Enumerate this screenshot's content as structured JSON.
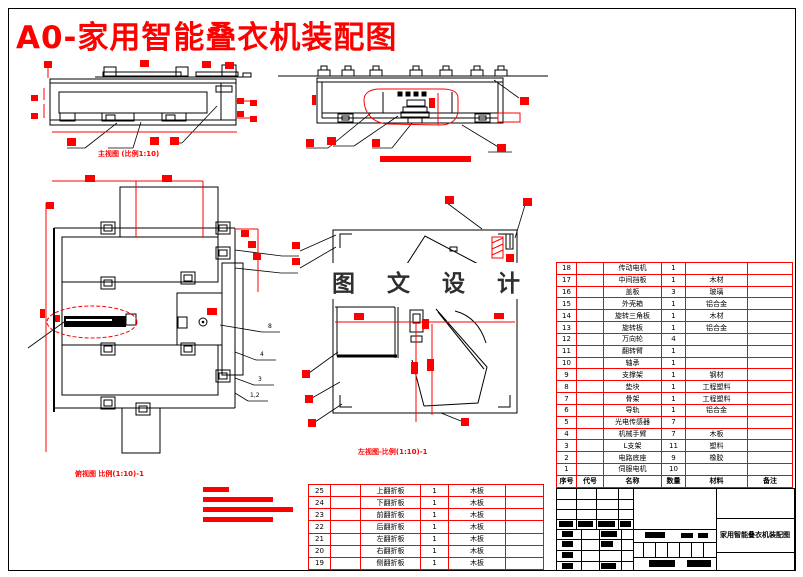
{
  "page": {
    "title": "A0-家用智能叠衣机装配图",
    "watermark": "图 文 设 计"
  },
  "captions": {
    "front_view": "主视图 (比例1:10)",
    "plan_view": "俯视图 比例(1:10)-1",
    "left_view": "左视图-比例(1:10)-1"
  },
  "plan_view_balloons": [
    "8",
    "4",
    "3",
    "1,2"
  ],
  "bom_right": {
    "headers": [
      "序号",
      "代号",
      "名称",
      "数量",
      "材料",
      "备注"
    ],
    "rows": [
      [
        "18",
        "",
        "传动电机",
        "1",
        "",
        ""
      ],
      [
        "17",
        "",
        "中间挡板",
        "1",
        "木材",
        ""
      ],
      [
        "16",
        "",
        "盖板",
        "3",
        "玻璃",
        ""
      ],
      [
        "15",
        "",
        "外壳箱",
        "1",
        "铝合金",
        ""
      ],
      [
        "14",
        "",
        "旋转三角板",
        "1",
        "木材",
        ""
      ],
      [
        "13",
        "",
        "旋转板",
        "1",
        "铝合金",
        ""
      ],
      [
        "12",
        "",
        "万向轮",
        "4",
        "",
        ""
      ],
      [
        "11",
        "",
        "翻转臂",
        "1",
        "",
        ""
      ],
      [
        "10",
        "",
        "轴承",
        "1",
        "",
        ""
      ],
      [
        "9",
        "",
        "支撑架",
        "1",
        "钢材",
        ""
      ],
      [
        "8",
        "",
        "垫块",
        "1",
        "工程塑料",
        ""
      ],
      [
        "7",
        "",
        "骨架",
        "1",
        "工程塑料",
        ""
      ],
      [
        "6",
        "",
        "导轨",
        "1",
        "铝合金",
        ""
      ],
      [
        "5",
        "",
        "光电传感器",
        "7",
        "",
        ""
      ],
      [
        "4",
        "",
        "机械手臂",
        "7",
        "木板",
        ""
      ],
      [
        "3",
        "",
        "L支架",
        "11",
        "塑料",
        ""
      ],
      [
        "2",
        "",
        "电路底座",
        "9",
        "橡胶",
        ""
      ],
      [
        "1",
        "",
        "伺服电机",
        "10",
        "",
        ""
      ]
    ]
  },
  "bom_bottom": {
    "rows": [
      [
        "25",
        "",
        "上翻折板",
        "1",
        "木板",
        ""
      ],
      [
        "24",
        "",
        "下翻折板",
        "1",
        "木板",
        ""
      ],
      [
        "23",
        "",
        "前翻折板",
        "1",
        "木板",
        ""
      ],
      [
        "22",
        "",
        "后翻折板",
        "1",
        "木板",
        ""
      ],
      [
        "21",
        "",
        "左翻折板",
        "1",
        "木板",
        ""
      ],
      [
        "20",
        "",
        "右翻折板",
        "1",
        "木板",
        ""
      ],
      [
        "19",
        "",
        "侧翻折板",
        "1",
        "木板",
        ""
      ]
    ]
  },
  "title_block": {
    "drawing_name": "家用智能叠衣机装配图"
  },
  "colors": {
    "accent_red": "#ff0000",
    "line_black": "#000000",
    "watermark_gray": "#2f2f2f"
  }
}
